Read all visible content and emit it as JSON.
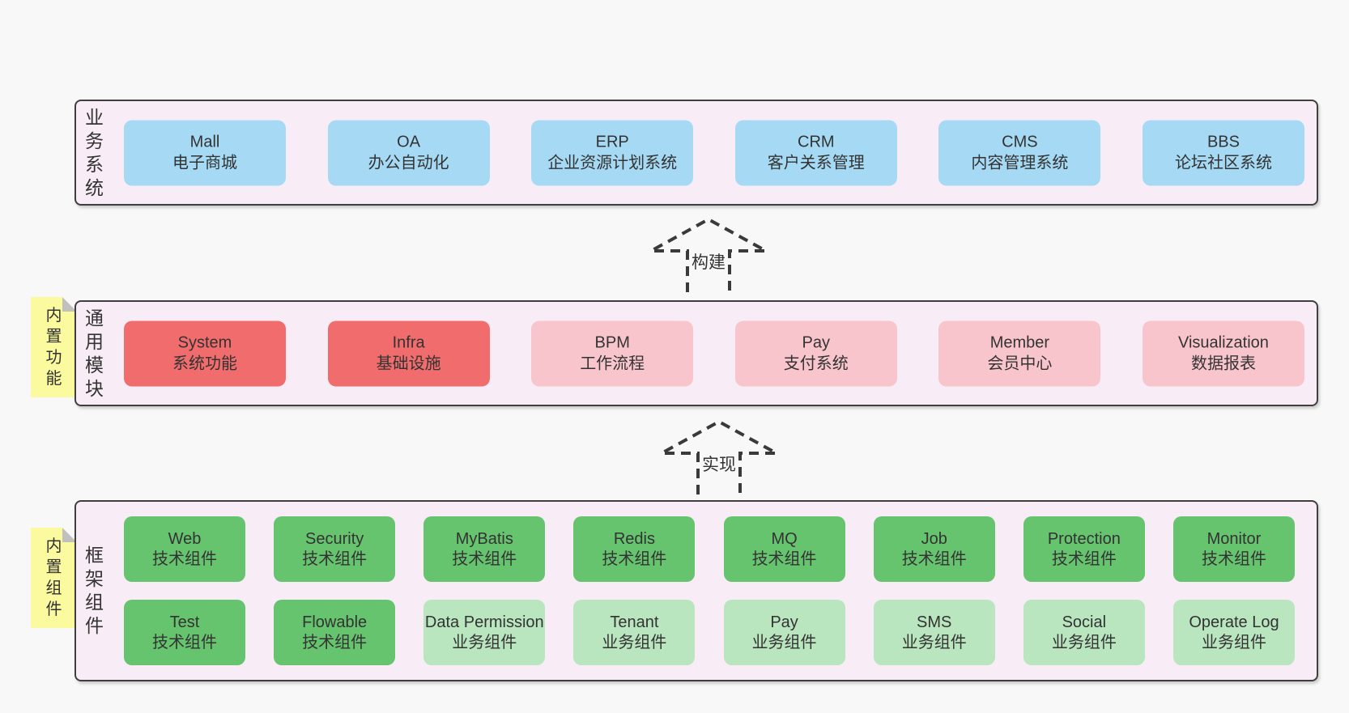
{
  "diagram": {
    "colors": {
      "page_bg": "#f8f8f8",
      "panel_bg": "#f8edf6",
      "panel_border": "#3f3f3f",
      "blue_box": "#a6daf4",
      "red_box": "#f16c6c",
      "pink_box": "#f9c5cd",
      "green_box": "#66c36e",
      "light_green_box": "#b9e5bf",
      "note_yellow": "#fbfa9e",
      "note_fold_gray": "#c0c0c0",
      "arrow_stroke": "#3a3a3a",
      "text": "#333333"
    },
    "notes": [
      {
        "text": "内置功能"
      },
      {
        "text": "内置组件"
      }
    ],
    "arrows": [
      {
        "label": "构建"
      },
      {
        "label": "实现"
      }
    ],
    "rows": [
      {
        "label": "业务系统",
        "boxes": [
          {
            "title": "Mall",
            "subtitle": "电子商城",
            "type": "blue"
          },
          {
            "title": "OA",
            "subtitle": "办公自动化",
            "type": "blue"
          },
          {
            "title": "ERP",
            "subtitle": "企业资源计划系统",
            "type": "blue"
          },
          {
            "title": "CRM",
            "subtitle": "客户关系管理",
            "type": "blue"
          },
          {
            "title": "CMS",
            "subtitle": "内容管理系统",
            "type": "blue"
          },
          {
            "title": "BBS",
            "subtitle": "论坛社区系统",
            "type": "blue"
          }
        ]
      },
      {
        "label": "通用模块",
        "boxes": [
          {
            "title": "System",
            "subtitle": "系统功能",
            "type": "red"
          },
          {
            "title": "Infra",
            "subtitle": "基础设施",
            "type": "red"
          },
          {
            "title": "BPM",
            "subtitle": "工作流程",
            "type": "pink"
          },
          {
            "title": "Pay",
            "subtitle": "支付系统",
            "type": "pink"
          },
          {
            "title": "Member",
            "subtitle": "会员中心",
            "type": "pink"
          },
          {
            "title": "Visualization",
            "subtitle": "数据报表",
            "type": "pink"
          }
        ]
      },
      {
        "label": "框架组件",
        "boxes_top": [
          {
            "title": "Web",
            "subtitle": "技术组件",
            "type": "green"
          },
          {
            "title": "Security",
            "subtitle": "技术组件",
            "type": "green"
          },
          {
            "title": "MyBatis",
            "subtitle": "技术组件",
            "type": "green"
          },
          {
            "title": "Redis",
            "subtitle": "技术组件",
            "type": "green"
          },
          {
            "title": "MQ",
            "subtitle": "技术组件",
            "type": "green"
          },
          {
            "title": "Job",
            "subtitle": "技术组件",
            "type": "green"
          },
          {
            "title": "Protection",
            "subtitle": "技术组件",
            "type": "green"
          },
          {
            "title": "Monitor",
            "subtitle": "技术组件",
            "type": "green"
          }
        ],
        "boxes_bottom": [
          {
            "title": "Test",
            "subtitle": "技术组件",
            "type": "green"
          },
          {
            "title": "Flowable",
            "subtitle": "技术组件",
            "type": "green"
          },
          {
            "title": "Data Permission",
            "subtitle": "业务组件",
            "type": "lightgreen"
          },
          {
            "title": "Tenant",
            "subtitle": "业务组件",
            "type": "lightgreen"
          },
          {
            "title": "Pay",
            "subtitle": "业务组件",
            "type": "lightgreen"
          },
          {
            "title": "SMS",
            "subtitle": "业务组件",
            "type": "lightgreen"
          },
          {
            "title": "Social",
            "subtitle": "业务组件",
            "type": "lightgreen"
          },
          {
            "title": "Operate Log",
            "subtitle": "业务组件",
            "type": "lightgreen"
          }
        ]
      }
    ]
  }
}
